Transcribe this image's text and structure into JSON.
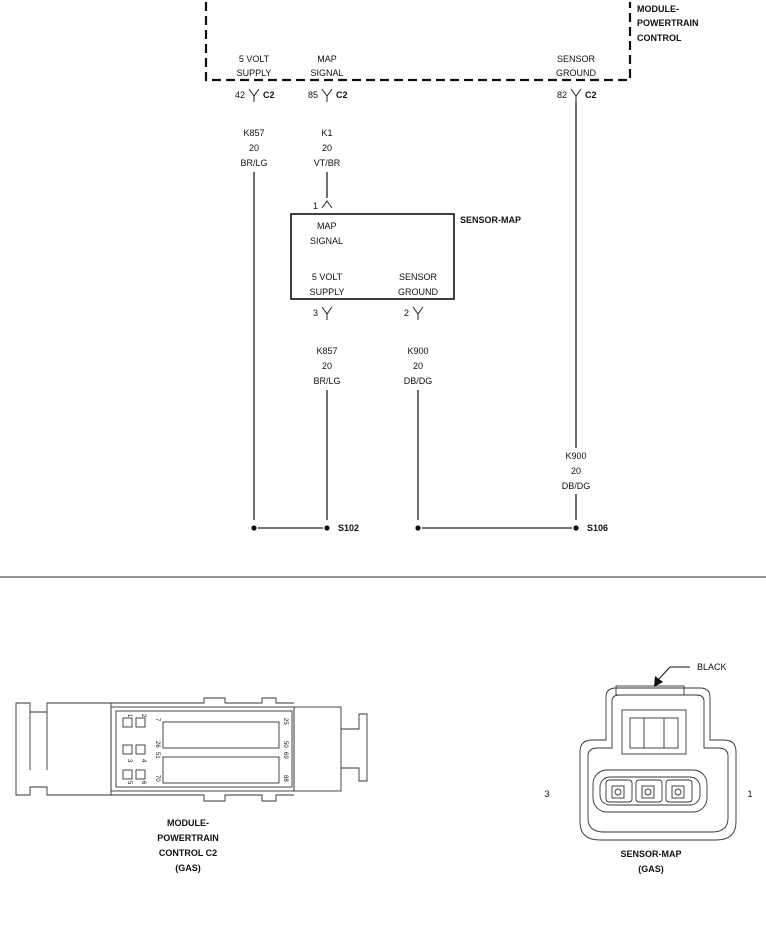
{
  "pcm": {
    "title_lines": [
      "MODULE-",
      "POWERTRAIN",
      "CONTROL"
    ],
    "pins": [
      {
        "label1": "5 VOLT",
        "label2": "SUPPLY",
        "pin": "42",
        "conn": "C2"
      },
      {
        "label1": "MAP",
        "label2": "SIGNAL",
        "pin": "85",
        "conn": "C2"
      },
      {
        "label1": "SENSOR",
        "label2": "GROUND",
        "pin": "82",
        "conn": "C2"
      }
    ]
  },
  "wires_upper": [
    {
      "circuit": "K857",
      "gauge": "20",
      "color": "BR/LG"
    },
    {
      "circuit": "K1",
      "gauge": "20",
      "color": "VT/BR"
    }
  ],
  "wire_ground_long": {
    "circuit": "K900",
    "gauge": "20",
    "color": "DB/DG"
  },
  "sensor": {
    "title": "SENSOR-MAP",
    "top_pin": "1",
    "signal_lines": [
      "MAP",
      "SIGNAL"
    ],
    "supply_lines": [
      "5 VOLT",
      "SUPPLY"
    ],
    "ground_lines": [
      "SENSOR",
      "GROUND"
    ],
    "supply_pin": "3",
    "ground_pin": "2"
  },
  "wires_lower": [
    {
      "circuit": "K857",
      "gauge": "20",
      "color": "BR/LG"
    },
    {
      "circuit": "K900",
      "gauge": "20",
      "color": "DB/DG"
    }
  ],
  "splices": {
    "left": "S102",
    "right": "S106"
  },
  "pcm_connector": {
    "caption_lines": [
      "MODULE-",
      "POWERTRAIN",
      "CONTROL C2",
      "(GAS)"
    ],
    "cavity_labels": {
      "left_col": [
        "1",
        "2",
        "3",
        "4",
        "5",
        "6"
      ],
      "mid": [
        "7",
        "26",
        "51",
        "70"
      ],
      "right": [
        "25",
        "50",
        "69",
        "88"
      ]
    }
  },
  "sensor_connector": {
    "caption_lines": [
      "SENSOR-MAP",
      "(GAS)"
    ],
    "color_callout": "BLACK",
    "left_pin": "3",
    "right_pin": "1"
  }
}
